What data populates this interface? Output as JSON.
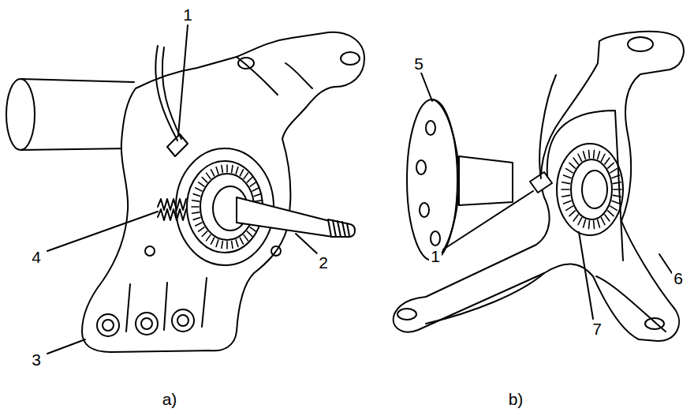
{
  "diagram": {
    "labels": [
      "1",
      "2",
      "3",
      "4",
      "5",
      "1",
      "6",
      "7",
      "a)",
      "b)"
    ]
  }
}
